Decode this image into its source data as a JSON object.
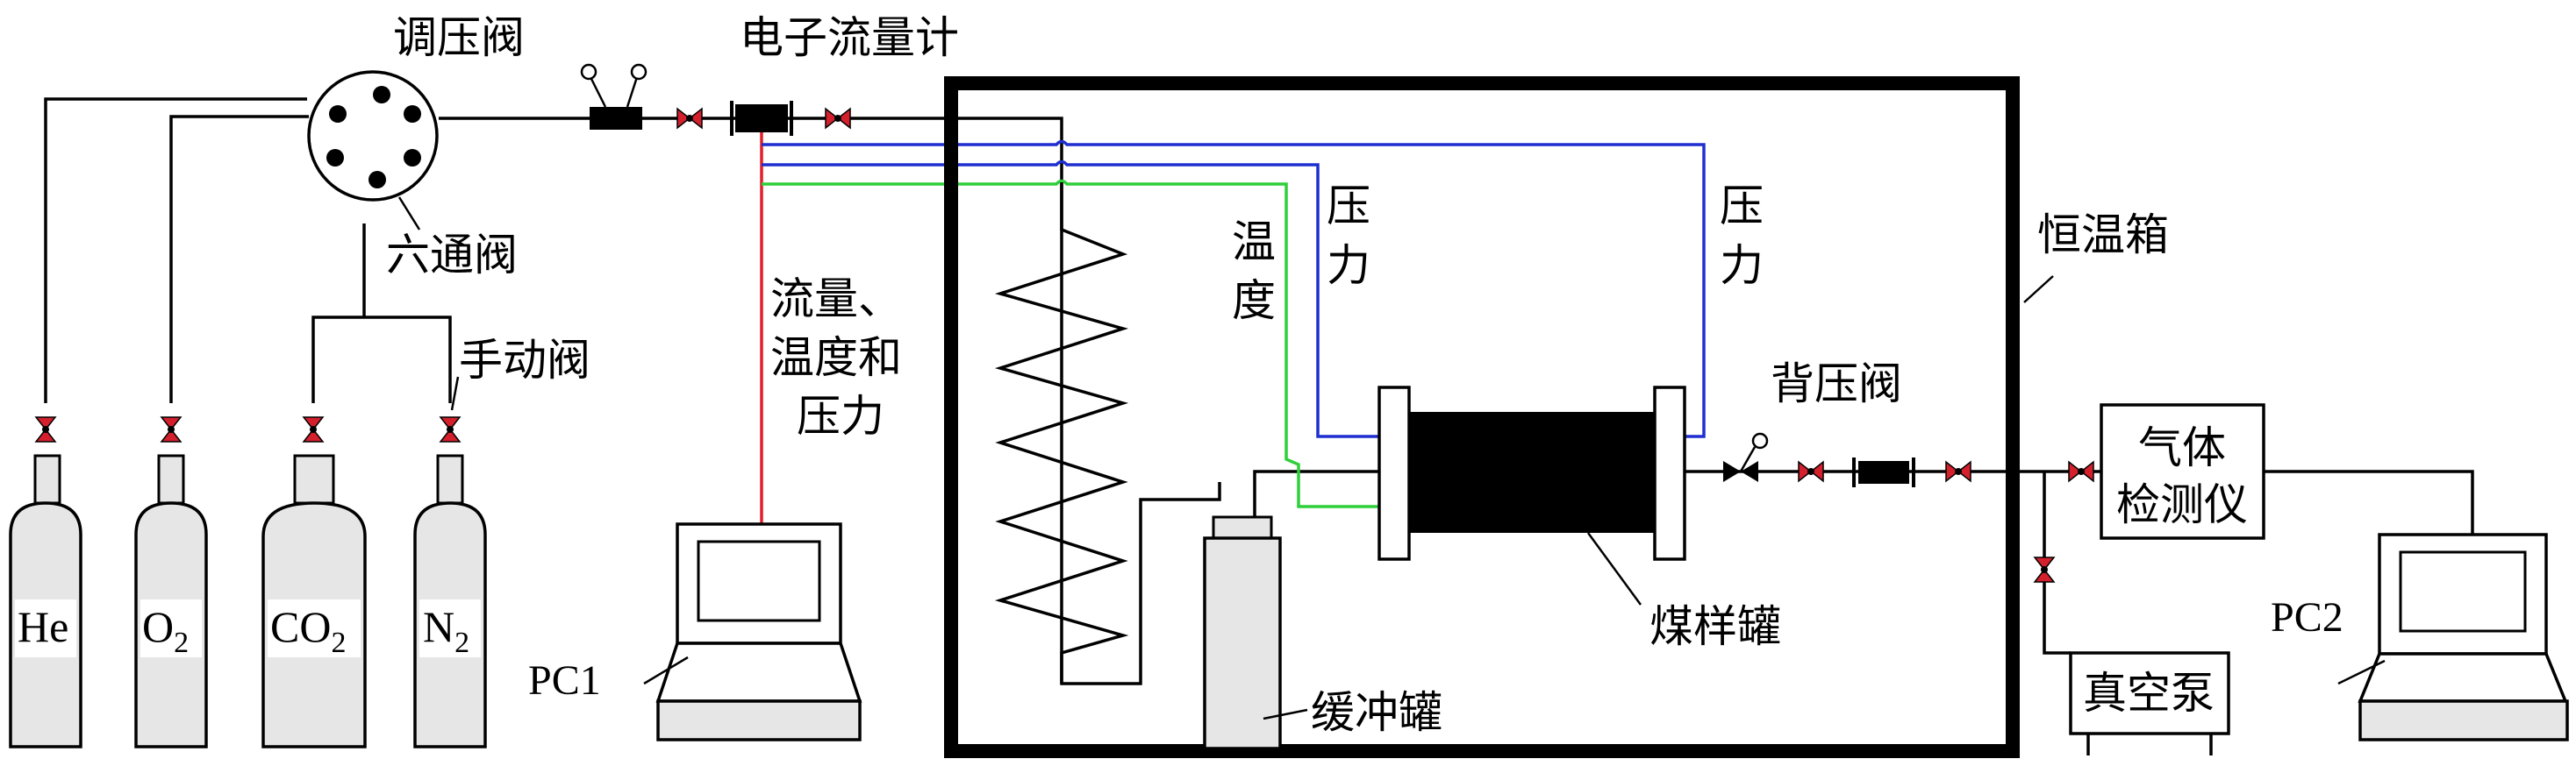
{
  "labels": {
    "pressure_regulator": "调压阀",
    "flowmeter": "电子流量计",
    "six_way_valve": "六通阀",
    "manual_valve": "手动阀",
    "flow_temp_pressure": [
      "流量、",
      "温度和",
      "压力"
    ],
    "temperature": [
      "温",
      "度"
    ],
    "pressure_1": [
      "压",
      "力"
    ],
    "pressure_2": [
      "压",
      "力"
    ],
    "incubator": "恒温箱",
    "back_pressure_valve": "背压阀",
    "coal_tank": "煤样罐",
    "buffer_tank": "缓冲罐",
    "gas_detector": [
      "气体",
      "检测仪"
    ],
    "vacuum_pump": "真空泵",
    "pc1": "PC1",
    "pc2": "PC2"
  },
  "gases": [
    {
      "main": "He",
      "sub": ""
    },
    {
      "main": "O",
      "sub": "2"
    },
    {
      "main": "CO",
      "sub": "2"
    },
    {
      "main": "N",
      "sub": "2"
    }
  ],
  "colors": {
    "signal_flow": "#e0202a",
    "signal_pressure": "#1f2fcf",
    "signal_temperature": "#2fcf3a",
    "valve": "#d3202c",
    "cylinder_fill": "#e6e6e6"
  }
}
